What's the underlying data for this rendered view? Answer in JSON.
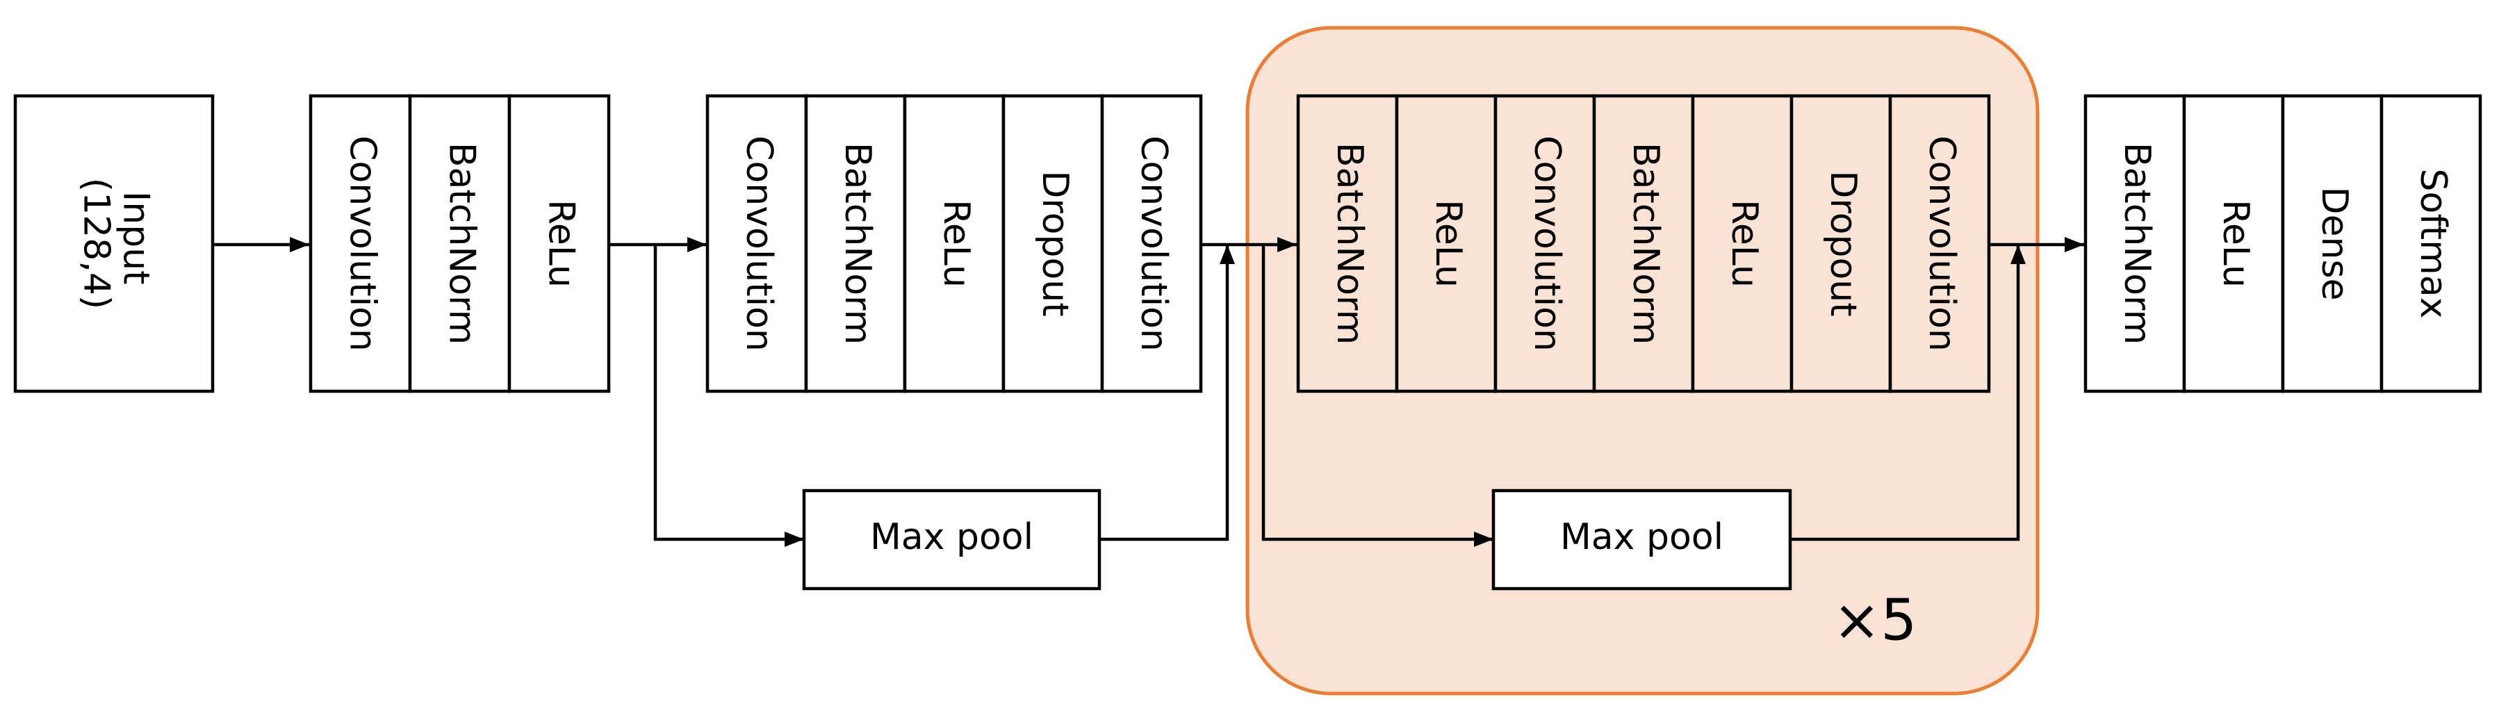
{
  "input": {
    "lines": [
      "Input",
      "(128,4)"
    ]
  },
  "stage1": {
    "layers": [
      "Convolution",
      "BatchNorm",
      "ReLu"
    ]
  },
  "stage2": {
    "layers": [
      "Convolution",
      "BatchNorm",
      "ReLu",
      "Dropout",
      "Convolution"
    ]
  },
  "stage3": {
    "layers": [
      "BatchNorm",
      "ReLu",
      "Convolution",
      "BatchNorm",
      "ReLu",
      "Dropout",
      "Convolution"
    ]
  },
  "stage4": {
    "layers": [
      "BatchNorm",
      "ReLu",
      "Dense",
      "Softmax"
    ]
  },
  "skip1": {
    "label": "Max pool"
  },
  "skip2": {
    "label": "Max pool"
  },
  "repeat_block": {
    "label": "×5",
    "fill": "#fae3d5",
    "stroke": "#ed7d31"
  }
}
